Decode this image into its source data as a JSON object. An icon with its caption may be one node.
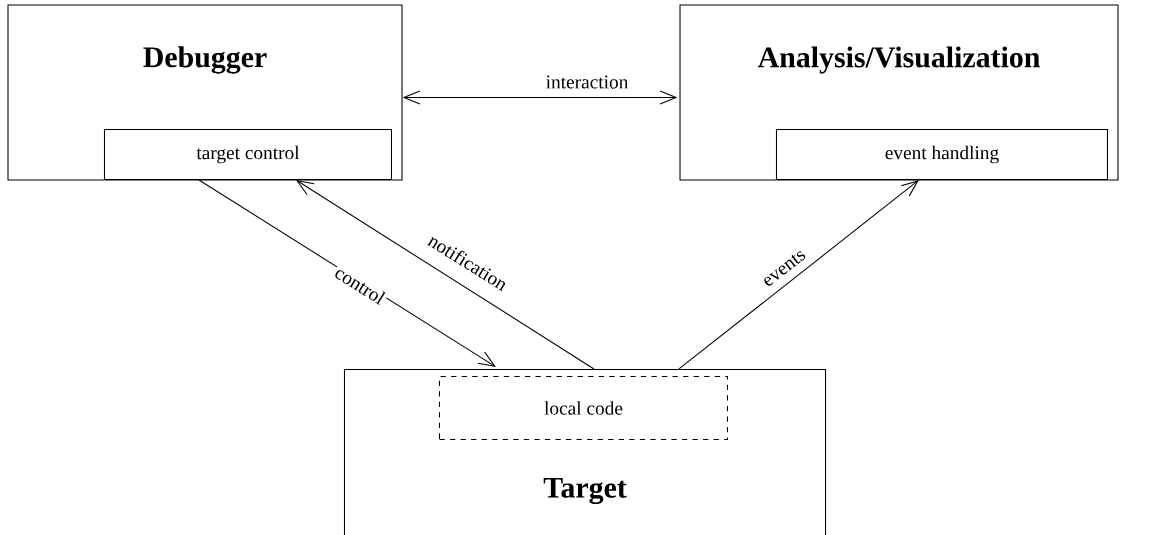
{
  "diagram": {
    "nodes": [
      {
        "text": [
          "Debugger"
        ]
      },
      {
        "text": [
          "target control"
        ],
        "in": 0
      },
      {
        "text": [
          "Analysis/Visualization"
        ]
      },
      {
        "text": [
          "event handling"
        ],
        "in": 2
      },
      {
        "text": [
          "Target"
        ]
      },
      {
        "text": [
          "local code"
        ],
        "in": 4
      }
    ],
    "edges": [
      {
        "from": 0,
        "to": 2,
        "arrow": "both",
        "label": "interaction"
      },
      {
        "from": 1,
        "to": 5,
        "arrow": "to",
        "label": "control"
      },
      {
        "from": 5,
        "to": 1,
        "arrow": "to",
        "label": "notification"
      },
      {
        "from": 5,
        "to": 3,
        "arrow": "to",
        "label": "events"
      }
    ]
  }
}
